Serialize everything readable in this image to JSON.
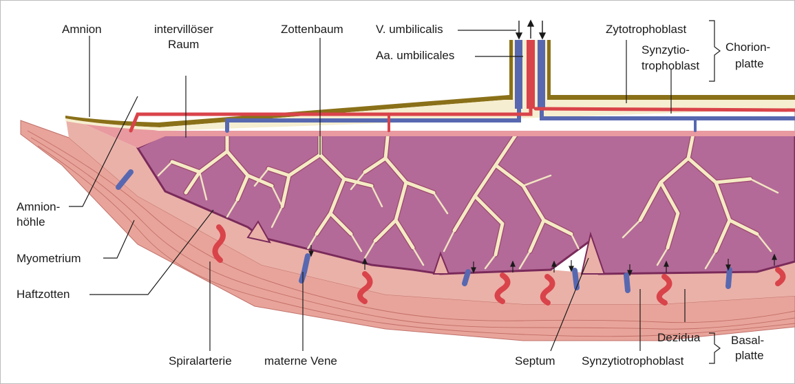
{
  "labels": {
    "amnion": "Amnion",
    "intervilloeser_1": "intervillöser",
    "intervilloeser_2": "Raum",
    "zottenbaum": "Zottenbaum",
    "v_umbilicalis": "V. umbilicalis",
    "aa_umbilicales": "Aa. umbilicales",
    "zytotrophoblast": "Zytotrophoblast",
    "synzytio_1": "Synzytio-",
    "synzytio_2": "trophoblast",
    "chorion_1": "Chorion-",
    "chorion_2": "platte",
    "amnionhoehle_1": "Amnion-",
    "amnionhoehle_2": "höhle",
    "myometrium": "Myometrium",
    "haftzotten": "Haftzotten",
    "spiralarterie": "Spiralarterie",
    "materne_vene": "materne Vene",
    "septum": "Septum",
    "synzytiotrophoblast": "Synzytiotrophoblast",
    "dezidua": "Dezidua",
    "basal_1": "Basal-",
    "basal_2": "platte"
  },
  "colors": {
    "background": "#ffffff",
    "myometrium": "#e8a49a",
    "decidua": "#eab1a8",
    "intervillous_space": "#b36a98",
    "villi": "#f4ebc4",
    "chorionic_plate_brown": "#8a7018",
    "artery_red": "#d9434a",
    "vein_blue": "#5868b0",
    "text": "#1a1a1a"
  }
}
